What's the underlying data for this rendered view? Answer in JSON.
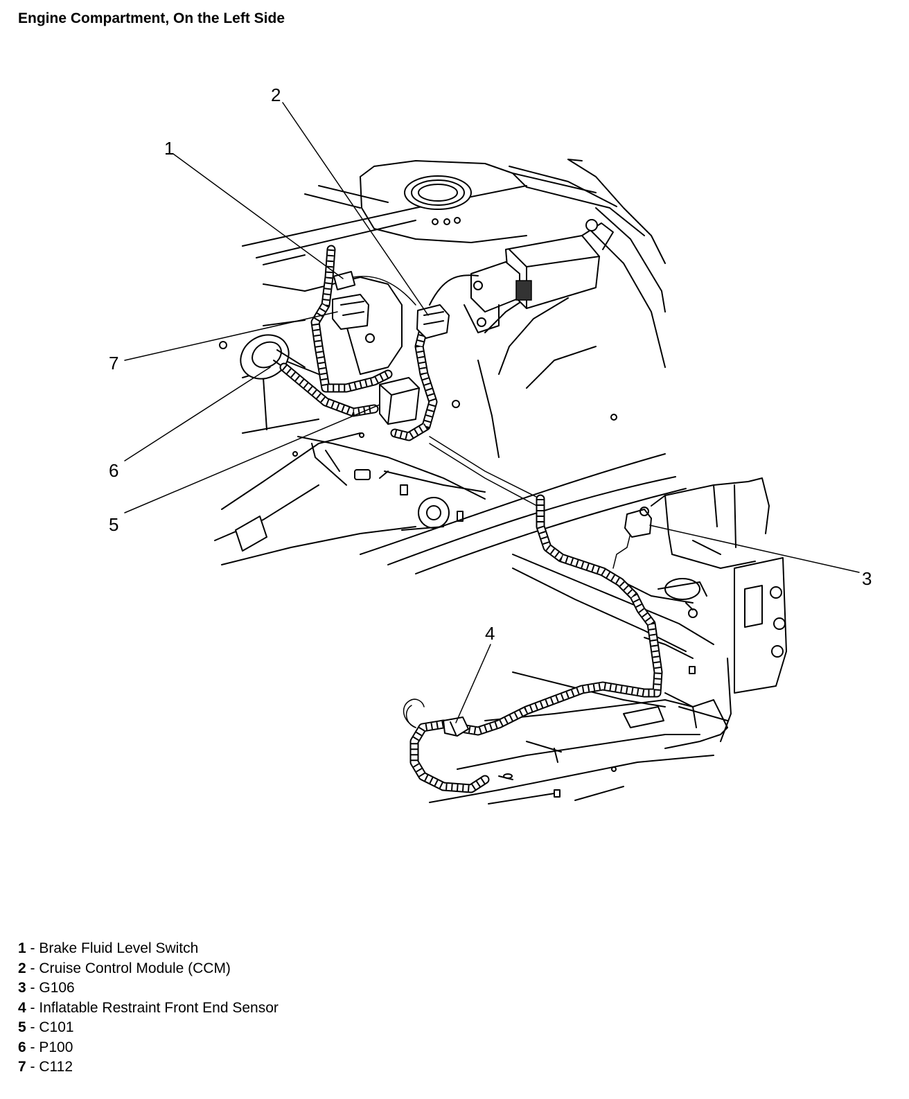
{
  "title": "Engine Compartment, On the Left Side",
  "callouts": [
    {
      "id": "1",
      "label": "1"
    },
    {
      "id": "2",
      "label": "2"
    },
    {
      "id": "3",
      "label": "3"
    },
    {
      "id": "4",
      "label": "4"
    },
    {
      "id": "5",
      "label": "5"
    },
    {
      "id": "6",
      "label": "6"
    },
    {
      "id": "7",
      "label": "7"
    }
  ],
  "legend": [
    {
      "num": "1",
      "sep": " - ",
      "text": "Brake Fluid Level Switch"
    },
    {
      "num": "2",
      "sep": " - ",
      "text": "Cruise Control Module (CCM)"
    },
    {
      "num": "3",
      "sep": " - ",
      "text": "G106"
    },
    {
      "num": "4",
      "sep": " - ",
      "text": "Inflatable Restraint Front End Sensor"
    },
    {
      "num": "5",
      "sep": " - ",
      "text": "C101"
    },
    {
      "num": "6",
      "sep": " - ",
      "text": "P100"
    },
    {
      "num": "7",
      "sep": " - ",
      "text": "C112"
    }
  ]
}
